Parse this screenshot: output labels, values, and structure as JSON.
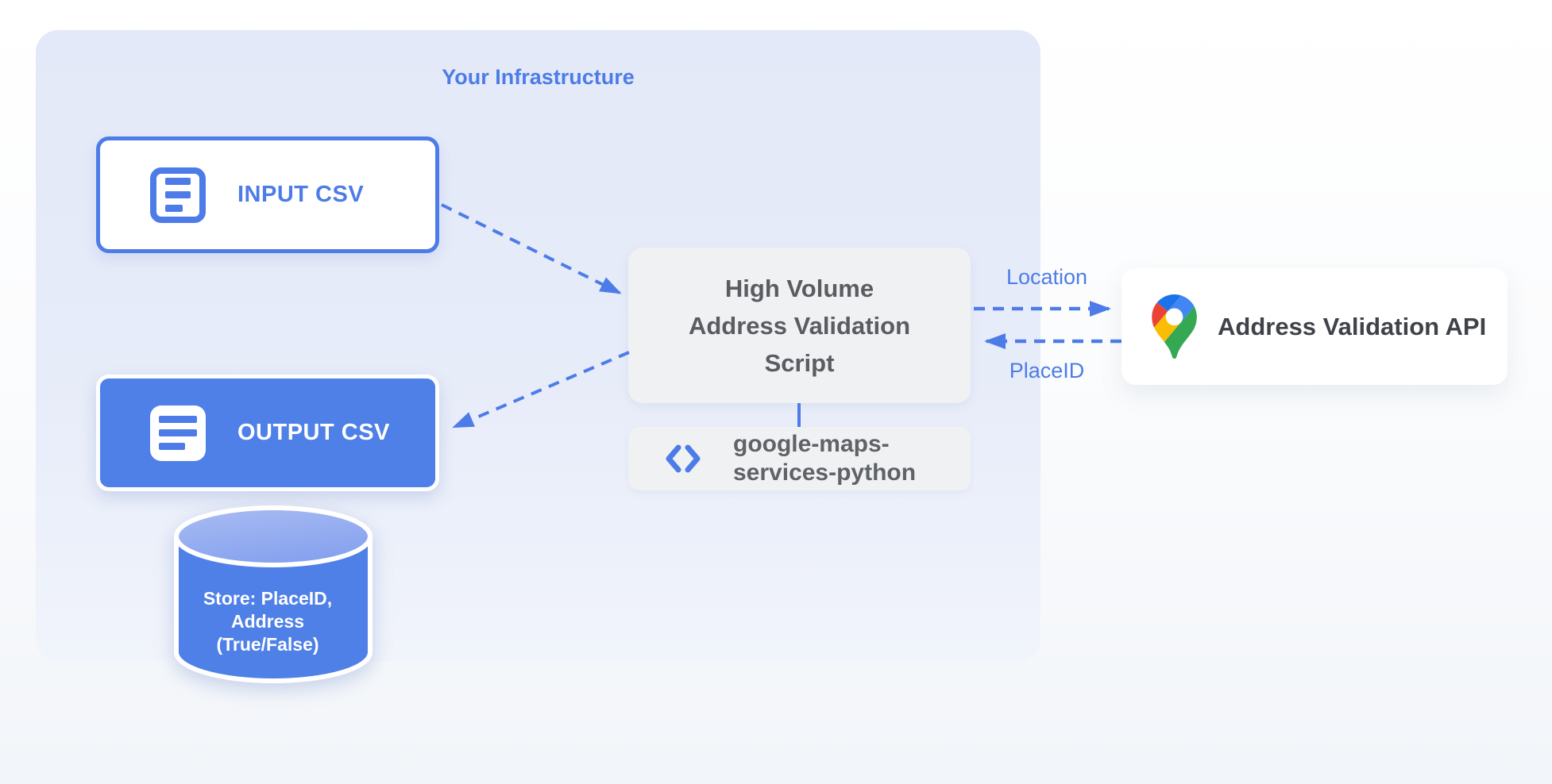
{
  "diagram": {
    "infrastructure_title": "Your Infrastructure",
    "nodes": {
      "input_csv": {
        "label": "INPUT CSV"
      },
      "output_csv": {
        "label": "OUTPUT CSV"
      },
      "datastore": {
        "lines": [
          "Store: PlaceID,",
          "Address",
          "(True/False)"
        ]
      },
      "script": {
        "lines": [
          "High Volume",
          "Address Validation",
          "Script"
        ]
      },
      "library": {
        "lines": [
          "google-maps-",
          "services-python"
        ]
      },
      "api": {
        "label": "Address Validation API"
      }
    },
    "edge_labels": {
      "request": "Location",
      "response": "PlaceID"
    },
    "colors": {
      "accent_blue": "#4d7ce8",
      "node_blue_fill": "#4e80e7",
      "container_blue": "#e4eaf8",
      "gray_box": "#f0f1f2",
      "text_gray": "#5f6368",
      "cylinder_top_blue": "#93acf0",
      "maps_pin_dark_blue": "#1a73e8",
      "maps_pin_blue": "#4285f4",
      "maps_pin_red": "#ea4335",
      "maps_pin_yellow": "#fbbc04",
      "maps_pin_green": "#34a853"
    }
  }
}
